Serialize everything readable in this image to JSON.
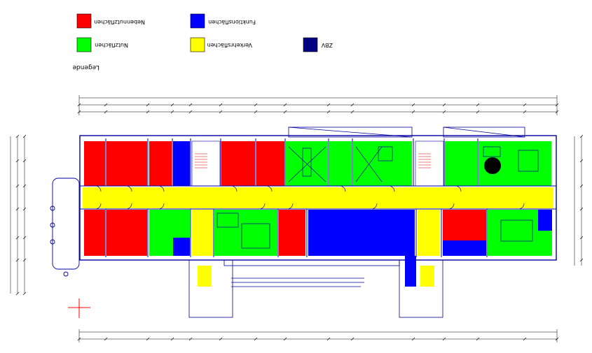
{
  "legend": {
    "title": "Legende",
    "items": [
      {
        "label": "Nebennutzflächen",
        "color": "#ff0000"
      },
      {
        "label": "Funktionsflächen",
        "color": "#0000ff"
      },
      {
        "label": "Nutzflächen",
        "color": "#00ff00"
      },
      {
        "label": "Verkehrsflächen",
        "color": "#ffff00"
      },
      {
        "label": "ZBV",
        "color": "#000080"
      }
    ]
  },
  "colors": {
    "line": "#0000a0",
    "red": "#ff0000",
    "blue": "#0000ff",
    "green": "#00ff00",
    "yellow": "#ffff00",
    "navy": "#000080",
    "marker": "#ff0000"
  },
  "plan": {
    "rooms": [
      {
        "name": "room-north-1",
        "type": "red"
      },
      {
        "name": "room-north-2",
        "type": "red"
      },
      {
        "name": "room-north-3",
        "type": "red"
      },
      {
        "name": "room-north-4",
        "type": "blue"
      },
      {
        "name": "room-north-stair-1",
        "type": "white"
      },
      {
        "name": "room-north-5",
        "type": "red"
      },
      {
        "name": "room-north-6",
        "type": "red"
      },
      {
        "name": "room-north-7",
        "type": "green"
      },
      {
        "name": "room-north-8",
        "type": "green"
      },
      {
        "name": "room-north-9",
        "type": "green"
      },
      {
        "name": "room-north-stair-2",
        "type": "white"
      },
      {
        "name": "room-north-10",
        "type": "green"
      },
      {
        "name": "room-north-11",
        "type": "green"
      },
      {
        "name": "corridor",
        "type": "yellow"
      },
      {
        "name": "room-south-1",
        "type": "red"
      },
      {
        "name": "room-south-2",
        "type": "red"
      },
      {
        "name": "room-south-3",
        "type": "green"
      },
      {
        "name": "room-south-4",
        "type": "blue"
      },
      {
        "name": "room-south-5",
        "type": "yellow"
      },
      {
        "name": "room-south-6",
        "type": "green"
      },
      {
        "name": "room-south-7",
        "type": "red"
      },
      {
        "name": "room-south-8",
        "type": "blue"
      },
      {
        "name": "room-south-9",
        "type": "yellow"
      },
      {
        "name": "room-south-10",
        "type": "red"
      },
      {
        "name": "room-south-11",
        "type": "blue"
      },
      {
        "name": "room-south-12",
        "type": "green"
      }
    ]
  }
}
